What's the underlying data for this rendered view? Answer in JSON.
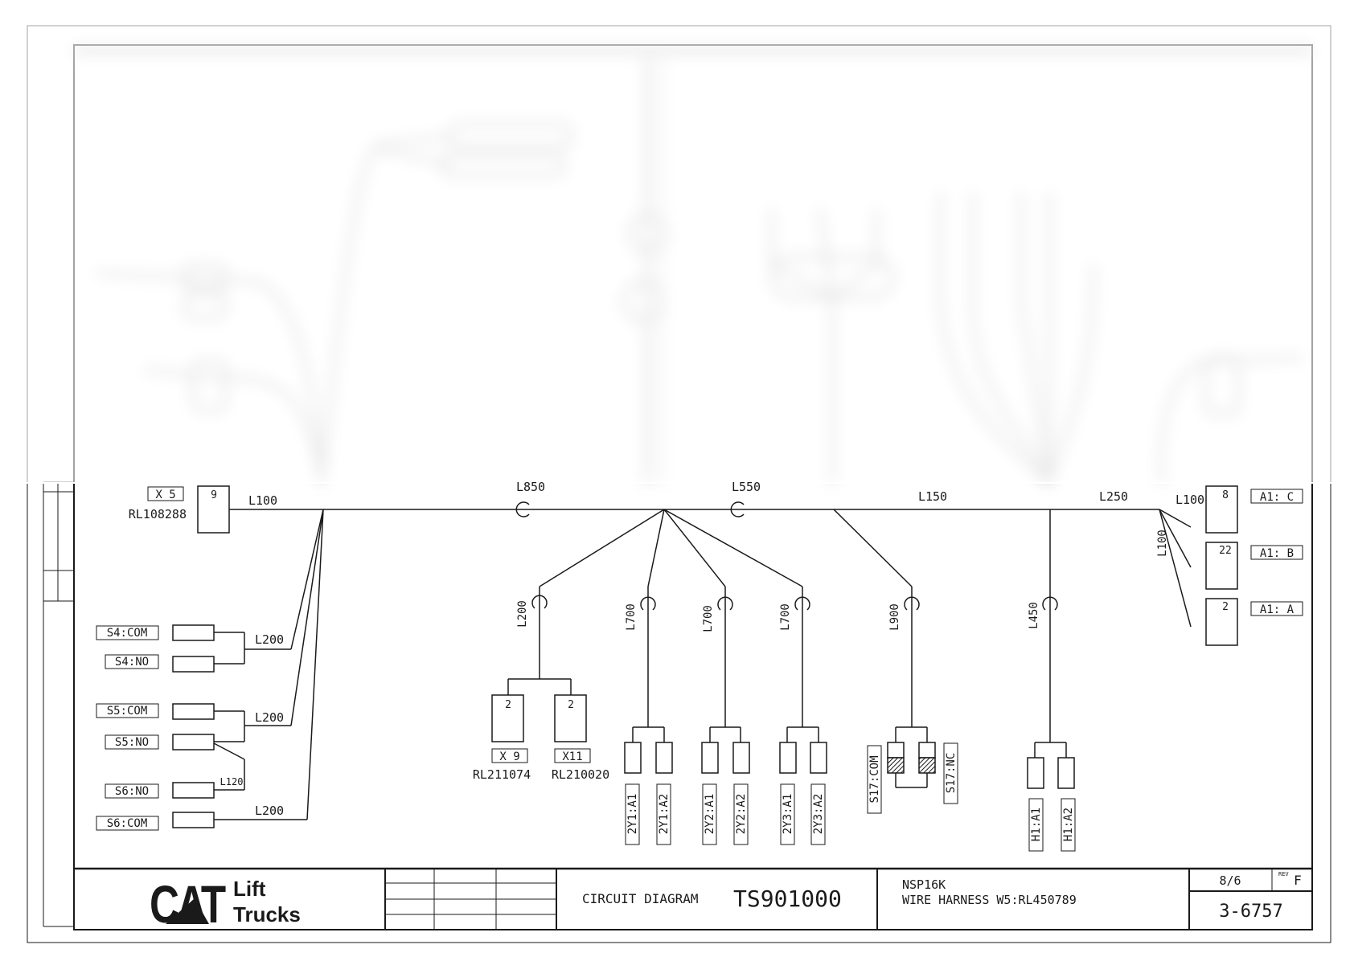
{
  "colors": {
    "line": "#1a1a1a",
    "paper": "#ffffff",
    "blur": "#cfcfcf"
  },
  "connectors": {
    "x5": {
      "label": "X 5",
      "part": "RL108288",
      "pin": "9"
    },
    "x9": {
      "label": "X 9",
      "part": "RL211074",
      "pin": "2"
    },
    "x11": {
      "label": "X11",
      "part": "RL210020",
      "pin": "2"
    },
    "a1_c": {
      "label": "A1: C",
      "pin": "8"
    },
    "a1_b": {
      "label": "A1: B",
      "pin": "22"
    },
    "a1_a": {
      "label": "A1: A",
      "pin": "2"
    }
  },
  "switch_pins": {
    "s4_com": "S4:COM",
    "s4_no": "S4:NO",
    "s5_com": "S5:COM",
    "s5_no": "S5:NO",
    "s6_no": "S6:NO",
    "s6_com": "S6:COM"
  },
  "wires": {
    "l100_left": "L100",
    "l850": "L850",
    "l550": "L550",
    "l150": "L150",
    "l250": "L250",
    "l100_right": "L100",
    "l100_vert": "L100",
    "l200_s4": "L200",
    "l200_s5": "L200",
    "l120": "L120",
    "l200_s6": "L200",
    "l200_x9": "L200",
    "l700_2y1": "L700",
    "l700_2y2": "L700",
    "l700_2y3": "L700",
    "l900": "L900",
    "l450": "L450"
  },
  "component_pins": {
    "y1a1": "2Y1:A1",
    "y1a2": "2Y1:A2",
    "y2a1": "2Y2:A1",
    "y2a2": "2Y2:A2",
    "y3a1": "2Y3:A1",
    "y3a2": "2Y3:A2",
    "s17com": "S17:COM",
    "s17nc": "S17:NC",
    "h1a1": "H1:A1",
    "h1a2": "H1:A2"
  },
  "title_block": {
    "logo_brand": "CAT",
    "logo_line1": "Lift",
    "logo_line2": "Trucks",
    "doc_type": "CIRCUIT DIAGRAM",
    "doc_number": "TS901000",
    "model": "NSP16K",
    "harness": "WIRE HARNESS W5:RL450789",
    "sheet": "8/6",
    "rev_label": "REV",
    "rev": "F",
    "drawing_number": "3-6757"
  }
}
